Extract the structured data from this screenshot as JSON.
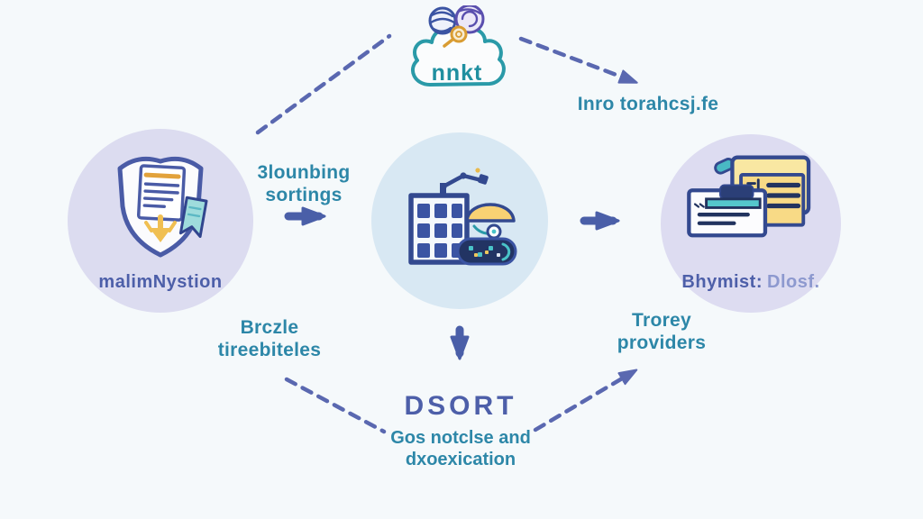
{
  "colors": {
    "background": "#f5f9fb",
    "teal_text": "#2d87a8",
    "purple_text": "#4d5fa9",
    "periwinkle_text": "#8d99cf",
    "solid_arrow": "#4a5fa8",
    "dashed_arrow": "#5a68b0",
    "node_lavender": "#dcdcf0",
    "node_lightblue": "#d8e8f3",
    "cloud_outline_teal": "#2a9aa8",
    "icon_navy": "#33498f",
    "icon_yellow": "#f8d173",
    "icon_teal": "#55c7cb"
  },
  "cloud": {
    "label": "nnkt"
  },
  "nodes": {
    "left": {
      "label": "malimNystion"
    },
    "right": {
      "label_primary": "Bhymist:",
      "label_secondary": "Dlosf."
    }
  },
  "annotations": {
    "flow_top": {
      "line1": "3lounbing",
      "line2": "sortings"
    },
    "note_top_right": "Inro torahcsj.fe",
    "note_bottom_left": {
      "line1": "Brczle",
      "line2": "tireebiteles"
    },
    "note_bottom_right": {
      "line1": "Trorey",
      "line2": "providers"
    },
    "bottom": {
      "title": "DSORT",
      "subtitle_line1": "Gos notclse and",
      "subtitle_line2": "dxoexication"
    }
  }
}
